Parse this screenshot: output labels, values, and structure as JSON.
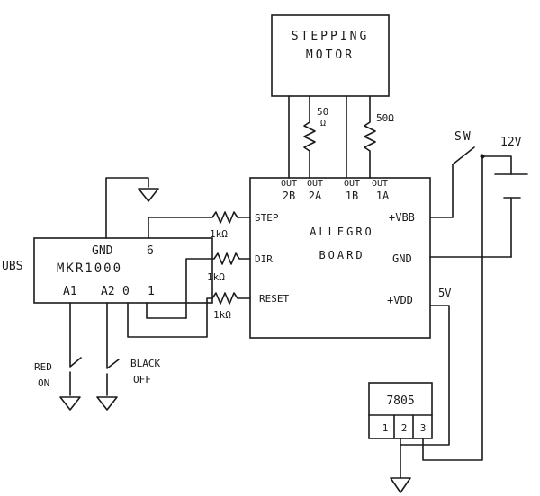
{
  "motor": {
    "line1": "STEPPING",
    "line2": "MOTOR"
  },
  "motor_resistors": {
    "left": "50",
    "left_unit": "Ω",
    "right": "50Ω"
  },
  "switch_power": {
    "switch": "SW",
    "battery": "12V"
  },
  "allegro": {
    "line1": "ALLEGRO",
    "line2": "BOARD",
    "outputs": [
      {
        "top": "OUT",
        "bottom": "2B"
      },
      {
        "top": "OUT",
        "bottom": "2A"
      },
      {
        "top": "OUT",
        "bottom": "1B"
      },
      {
        "top": "OUT",
        "bottom": "1A"
      }
    ],
    "pins_left": [
      "STEP",
      "DIR",
      "RESET"
    ],
    "pins_right": [
      "+VBB",
      "GND",
      "+VDD"
    ],
    "vdd_label": "5V"
  },
  "mkr": {
    "name": "MKR1000",
    "side_label": "UBS",
    "pin_gnd": "GND",
    "pin_6": "6",
    "pin_a1": "A1",
    "pin_a2": "A2",
    "pin_0": "0",
    "pin_1": "1"
  },
  "input_resistors": [
    "1kΩ",
    "1kΩ",
    "1kΩ"
  ],
  "buttons": {
    "red": {
      "line1": "RED",
      "line2": "ON"
    },
    "black": {
      "line1": "BLACK",
      "line2": "OFF"
    }
  },
  "regulator": {
    "name": "7805",
    "pins": [
      "1",
      "2",
      "3"
    ]
  }
}
